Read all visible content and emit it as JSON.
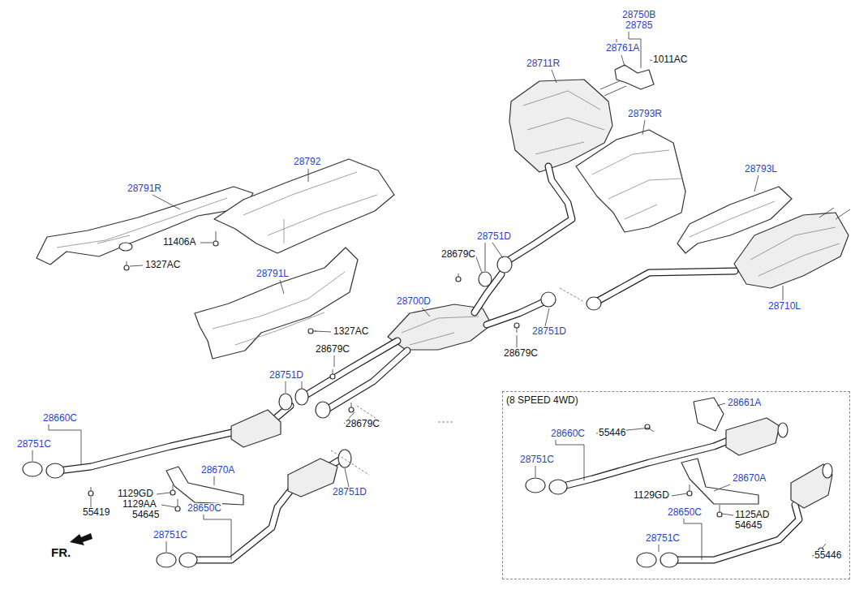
{
  "diagram": {
    "nodes": [
      {
        "text": [
          "(8 SPEED 4WD)"
        ]
      }
    ],
    "labels": [
      "28750B",
      "28785",
      "28761A",
      "1011AC",
      "28711R",
      "28793R",
      "28792",
      "28791R",
      "28793L",
      "11406A",
      "1327AC",
      "28751D",
      "28679C",
      "28791L",
      "28700D",
      "28751D",
      "1327AC",
      "28710L",
      "28679C",
      "28679C",
      "28751D",
      "28661A",
      "28660C",
      "28679C",
      "28660C",
      "55446",
      "28751C",
      "28751C",
      "28670A",
      "28670A",
      "28751D",
      "1129GD",
      "1129AA",
      "54645",
      "55419",
      "1129GD",
      "28650C",
      "28650C",
      "1125AD",
      "54645",
      "28751C",
      "28751C",
      "FR.",
      "55446"
    ]
  }
}
